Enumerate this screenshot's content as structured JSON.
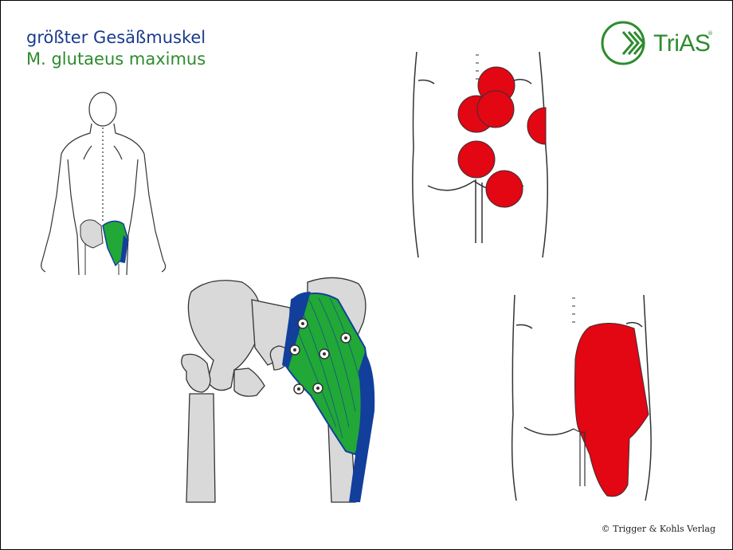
{
  "title": "größter Gesäßmuskel",
  "subtitle": "M. glutaeus maximus",
  "logo": {
    "text": "TriAS",
    "registered": "®"
  },
  "copyright": "© Trigger & Kohls Verlag",
  "colors": {
    "title": "#1a3a8f",
    "subtitle": "#2e8b2e",
    "muscle": "#22a836",
    "tendon": "#123f9c",
    "pain": "#e30613",
    "bone": "#d9d9d9"
  },
  "trigger_points": {
    "count": 6
  },
  "pain_zones": {
    "count": 7
  }
}
